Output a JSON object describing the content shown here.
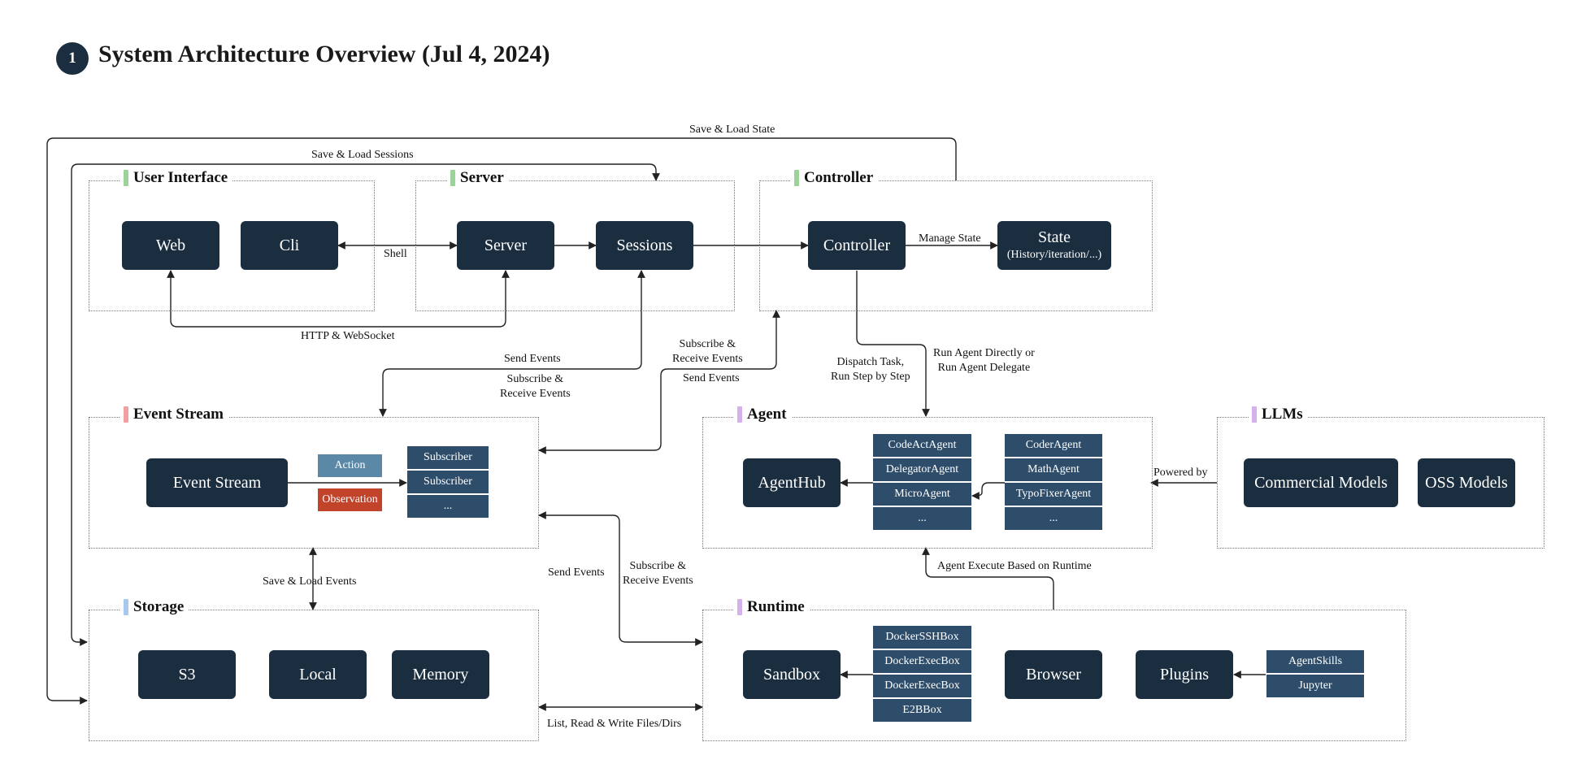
{
  "page": {
    "badge": "1",
    "title": "System Architecture Overview (Jul 4, 2024)"
  },
  "colors": {
    "node": "#1b2e40",
    "cell": "#2d4d6a",
    "action": "#5b88a6",
    "observation": "#c0432a",
    "tick_green": "#9bd49b",
    "tick_red": "#f0a0a0",
    "tick_blue": "#a9c8f0",
    "tick_purple": "#d4b0ec"
  },
  "groups": {
    "user_interface": "User Interface",
    "server": "Server",
    "controller": "Controller",
    "event_stream": "Event Stream",
    "agent": "Agent",
    "llms": "LLMs",
    "storage": "Storage",
    "runtime": "Runtime"
  },
  "nodes": {
    "web": "Web",
    "cli": "Cli",
    "server": "Server",
    "sessions": "Sessions",
    "controller": "Controller",
    "state": "State",
    "state_sub": "(History/iteration/...)",
    "event_stream": "Event Stream",
    "agenthub": "AgentHub",
    "commercial_models": "Commercial Models",
    "oss_models": "OSS Models",
    "s3": "S3",
    "local": "Local",
    "memory": "Memory",
    "sandbox": "Sandbox",
    "browser": "Browser",
    "plugins": "Plugins"
  },
  "event_types": {
    "action": "Action",
    "observation": "Observation"
  },
  "subscribers": [
    "Subscriber",
    "Subscriber",
    "..."
  ],
  "agents_col1": [
    "CodeActAgent",
    "DelegatorAgent",
    "MicroAgent",
    "..."
  ],
  "agents_col2": [
    "CoderAgent",
    "MathAgent",
    "TypoFixerAgent",
    "..."
  ],
  "sandboxes": [
    "DockerSSHBox",
    "DockerExecBox",
    "DockerExecBox",
    "E2BBox"
  ],
  "plugins_list": [
    "AgentSkills",
    "Jupyter"
  ],
  "edges": {
    "save_load_state": "Save & Load State",
    "save_load_sessions": "Save & Load Sessions",
    "shell": "Shell",
    "http_ws": "HTTP & WebSocket",
    "manage_state": "Manage State",
    "send_events_1": "Send Events",
    "sub_recv_1": "Subscribe &\nReceive Events",
    "sub_recv_2": "Subscribe &\nReceive Events",
    "send_events_2": "Send Events",
    "dispatch": "Dispatch Task,\nRun Step by Step",
    "run_agent": "Run Agent Directly or\nRun Agent Delegate",
    "powered_by": "Powered by",
    "save_load_events": "Save & Load Events",
    "send_events_3": "Send Events",
    "sub_recv_3": "Subscribe &\nReceive Events",
    "agent_exec": "Agent Execute Based on Runtime",
    "list_rw": "List, Read & Write Files/Dirs"
  }
}
